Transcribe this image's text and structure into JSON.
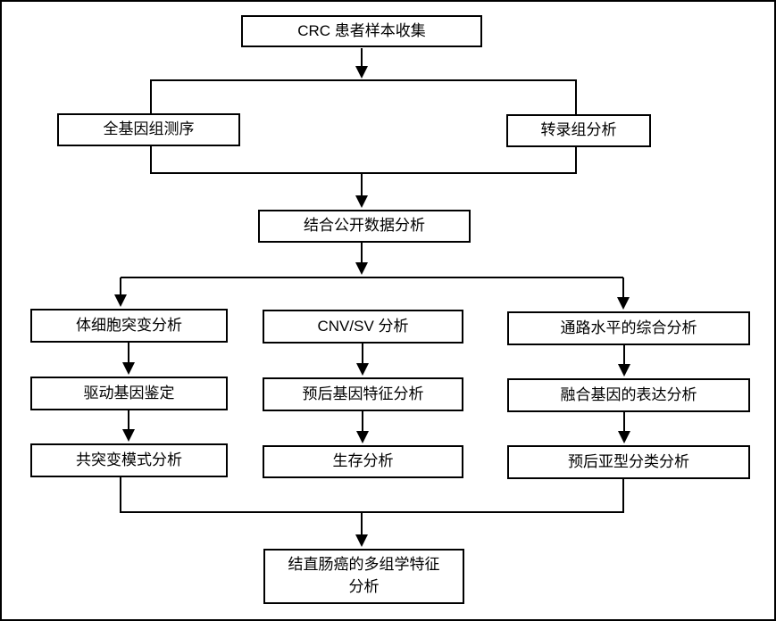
{
  "diagram": {
    "type": "flowchart",
    "language": "zh-CN",
    "colors": {
      "background": "#ffffff",
      "line": "#000000",
      "box_border": "#000000",
      "box_fill": "#ffffff",
      "text": "#000000"
    },
    "nodes": {
      "root": "CRC 患者样本收集",
      "sequencing_left": "全基因组测序",
      "sequencing_right": "转录组分析",
      "public_data": "结合公开数据分析",
      "columns": [
        {
          "steps": [
            "体细胞突变分析",
            "驱动基因鉴定",
            "共突变模式分析"
          ]
        },
        {
          "steps": [
            "CNV/SV 分析",
            "预后基因特征分析",
            "生存分析"
          ]
        },
        {
          "steps": [
            "通路水平的综合分析",
            "融合基因的表达分析",
            "预后亚型分类分析"
          ]
        }
      ],
      "final": {
        "line1": "结直肠癌的多组学特征",
        "line2": "分析"
      }
    }
  }
}
